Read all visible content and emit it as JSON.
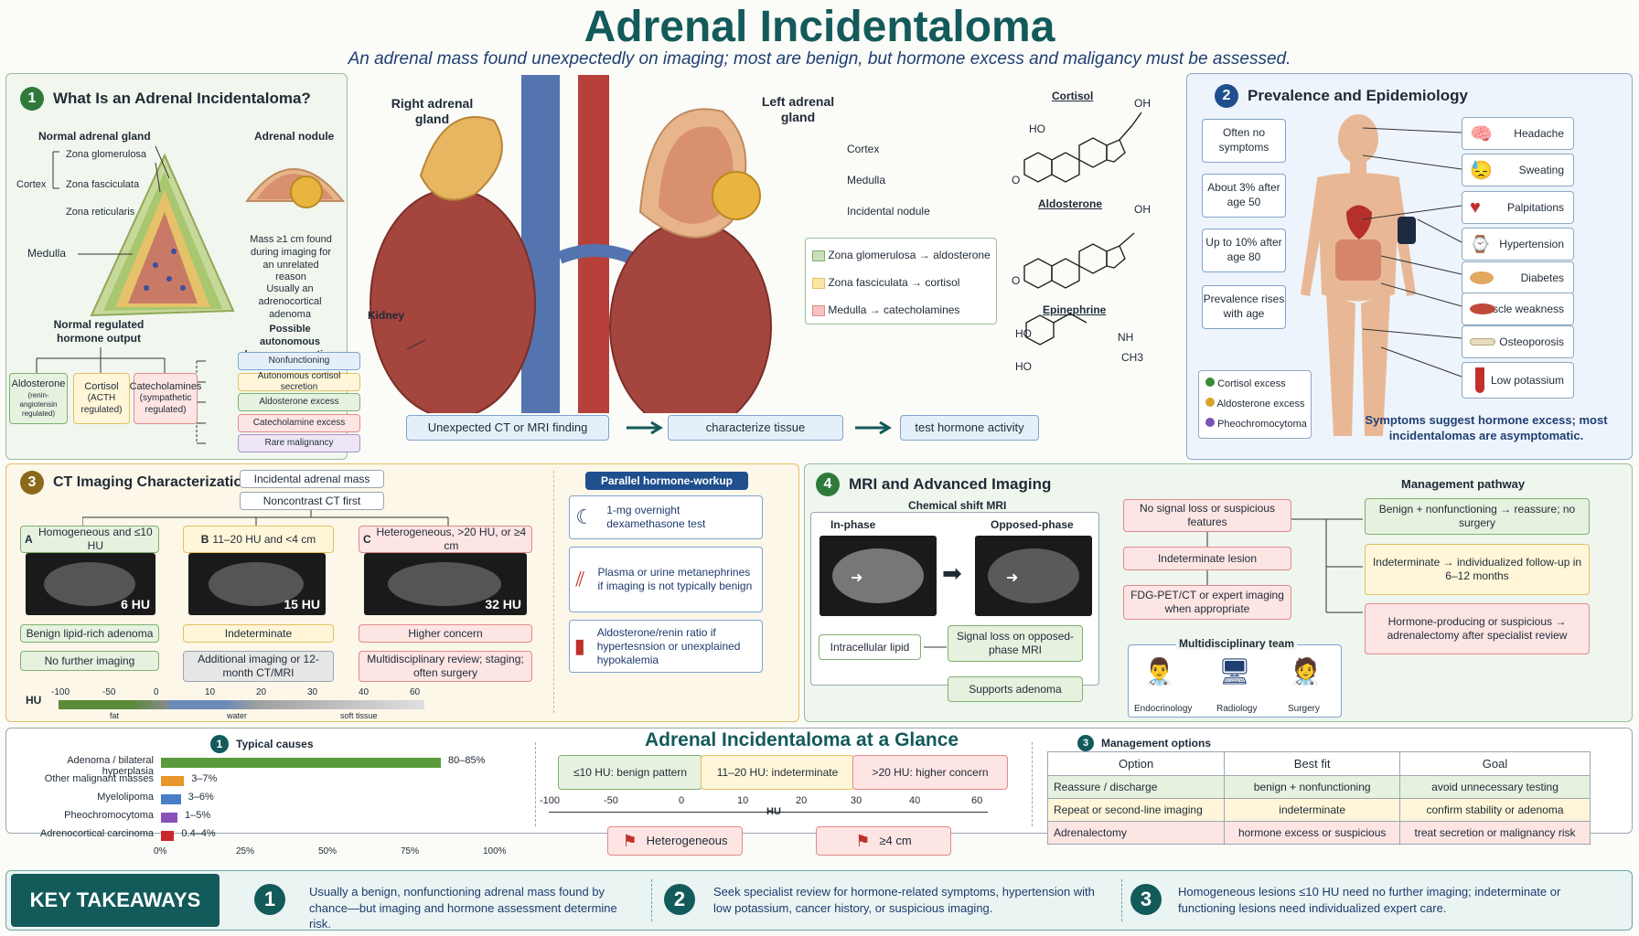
{
  "title": "Adrenal Incidentaloma",
  "subtitle": "An adrenal mass found unexpectedly on imaging; most are benign, but hormone excess and maligancy must be assessed.",
  "s1": {
    "num": "1",
    "title": "What Is an Adrenal Incidentaloma?",
    "normal_title": "Normal adrenal gland",
    "nodule_title": "Adrenal nodule",
    "zg": "Zona glomerulosa",
    "zf": "Zona fasciculata",
    "zr": "Zona reticularis",
    "cortex": "Cortex",
    "medulla": "Medulla",
    "mass_text": "Mass ≥1 cm found during imaging for an unrelated reason",
    "usually": "Usually an adrenocortical adenoma",
    "possible": "Possible autonomous hormone secretion",
    "regulated": "Normal regulated hormone output",
    "aldo": "Aldosterone",
    "aldo_sub": "(renin-angiotensin regulated)",
    "cort": "Cortisol",
    "cort_sub": "(ACTH regulated)",
    "cat": "Catecholamines",
    "cat_sub": "(sympathetic regulated)",
    "opts": [
      "Nonfunctioning",
      "Autonomous cortisol secretion",
      "Aldosterone excess",
      "Catecholamine excess",
      "Rare malignancy"
    ]
  },
  "anat": {
    "right": "Right adrenal gland",
    "left": "Left adrenal gland",
    "cortex": "Cortex",
    "medulla": "Medulla",
    "nodule": "Incidental nodule",
    "kidney": "Kidney",
    "leg_zg": "Zona glomerulosa → aldosterone",
    "leg_zf": "Zona fasciculata → cortisol",
    "leg_med": "Medulla → catecholamines",
    "flow": [
      "Unexpected CT or MRI finding",
      "characterize tissue",
      "test hormone activity"
    ],
    "m_cort": "Cortisol",
    "m_aldo": "Aldosterone",
    "m_epi": "Epinephrine",
    "ho": "HO",
    "oh": "OH",
    "o": "O",
    "nh": "NH",
    "ch3": "CH3"
  },
  "s2": {
    "num": "2",
    "title": "Prevalence and Epidemiology",
    "facts": [
      "Often no symptoms",
      "About 3% after age 50",
      "Up to 10% after age 80",
      "Prevalence rises with age"
    ],
    "symptoms": [
      "Headache",
      "Sweating",
      "Palpitations",
      "Hypertension",
      "Diabetes",
      "Muscle weakness",
      "Osteoporosis",
      "Low potassium"
    ],
    "legend": [
      "Cortisol excess",
      "Aldosterone excess",
      "Pheochromocytoma"
    ],
    "note": "Symptoms suggest hormone excess; most incidentalomas are asymptomatic."
  },
  "s3": {
    "num": "3",
    "title": "CT Imaging Characterization",
    "top": "Incidental adrenal mass",
    "top2": "Noncontrast CT first",
    "a_letter": "A",
    "a_head": "Homogeneous and ≤10 HU",
    "b_letter": "B",
    "b_head": "11–20 HU and <4 cm",
    "c_letter": "C",
    "c_head": "Heterogeneous, >20 HU, or ≥4 cm",
    "a_hu": "6 HU",
    "b_hu": "15 HU",
    "c_hu": "32 HU",
    "a1": "Benign lipid-rich adenoma",
    "a2": "No further imaging",
    "b1": "Indeterminate",
    "b2": "Additional imaging or 12-month CT/MRI",
    "c1": "Higher concern",
    "c2": "Multidisciplinary review; staging; often surgery",
    "scale_label": "HU",
    "ticks": [
      "-100",
      "-50",
      "0",
      "10",
      "20",
      "30",
      "40",
      "60"
    ],
    "fat": "fat",
    "water": "water",
    "soft": "soft tissue",
    "parallel": "Parallel hormone-workup",
    "t1": "1-mg overnight dexamethasone test",
    "t2": "Plasma or urine metanephrines if imaging is not typically benign",
    "t3": "Aldosterone/renin ratio if hypertesnsion or unexplained hypokalemia"
  },
  "s4": {
    "num": "4",
    "title": "MRI and Advanced Imaging",
    "cs": "Chemical shift MRI",
    "inphase": "In-phase",
    "opposed": "Opposed-phase",
    "lipid": "Intracellular lipid",
    "signal": "Signal loss on opposed-phase MRI",
    "supports": "Supports adenoma",
    "nosignal": "No signal loss or suspicious features",
    "indet": "Indeterminate lesion",
    "fdg": "FDG-PET/CT or expert imaging when appropriate",
    "team": "Multidisciplinary team",
    "endo": "Endocrinology",
    "rad": "Radiology",
    "surg": "Surgery",
    "mp": "Management pathway",
    "mp1": "Benign + nonfunctioning → reassure; no surgery",
    "mp2": "Indeterminate → individualized follow-up in 6–12 months",
    "mp3": "Hormone-producing or suspicious → adrenalectomy after specialist review"
  },
  "glance": {
    "title": "Adrenal Incidentaloma at a Glance",
    "causes_num": "1",
    "causes_title": "Typical causes",
    "z1": "≤10 HU: benign pattern",
    "z2": "11–20 HU: indeterminate",
    "z3": ">20 HU: higher concern",
    "hu": "HU",
    "ticks": [
      "-100",
      "-50",
      "0",
      "10",
      "20",
      "30",
      "40",
      "60"
    ],
    "flag1": "Heterogeneous",
    "flag2": "≥4 cm",
    "opt_num": "3",
    "opt_title": "Management options",
    "th": [
      "Option",
      "Best fit",
      "Goal"
    ],
    "rows": [
      [
        "Reassure / discharge",
        "benign + nonfunctioning",
        "avoid unnecessary testing"
      ],
      [
        "Repeat or second-line imaging",
        "indeterminate",
        "confirm stability or adenoma"
      ],
      [
        "Adrenalectomy",
        "hormone excess or suspicious",
        "treat secretion or malignancy risk"
      ]
    ],
    "axis": [
      "0%",
      "25%",
      "50%",
      "75%",
      "100%"
    ]
  },
  "chart_data": {
    "type": "bar",
    "categories": [
      "Adenoma / bilateral hyperplasia",
      "Other malignant masses",
      "Myelolipoma",
      "Pheochromocytoma",
      "Adrenocortical carcinoma"
    ],
    "values": [
      85,
      7,
      6,
      5,
      4
    ],
    "labels": [
      "80–85%",
      "3–7%",
      "3–6%",
      "1–5%",
      "0.4–4%"
    ],
    "xlim": [
      0,
      100
    ],
    "colors": [
      "#5a9a3c",
      "#e8962a",
      "#4a7fc8",
      "#8a52b8",
      "#c8282a"
    ]
  },
  "kt": {
    "title": "KEY TAKEAWAYS",
    "n1": "1",
    "n2": "2",
    "n3": "3",
    "t1": "Usually a benign, nonfunctioning adrenal mass found by chance—but imaging and hormone assessment determine risk.",
    "t2": "Seek specialist review for hormone-related symptoms, hypertension with low potassium, cancer history, or suspicious imaging.",
    "t3": "Homogeneous lesions ≤10 HU need no further imaging; indeterminate or functioning lesions need individualized expert care."
  }
}
